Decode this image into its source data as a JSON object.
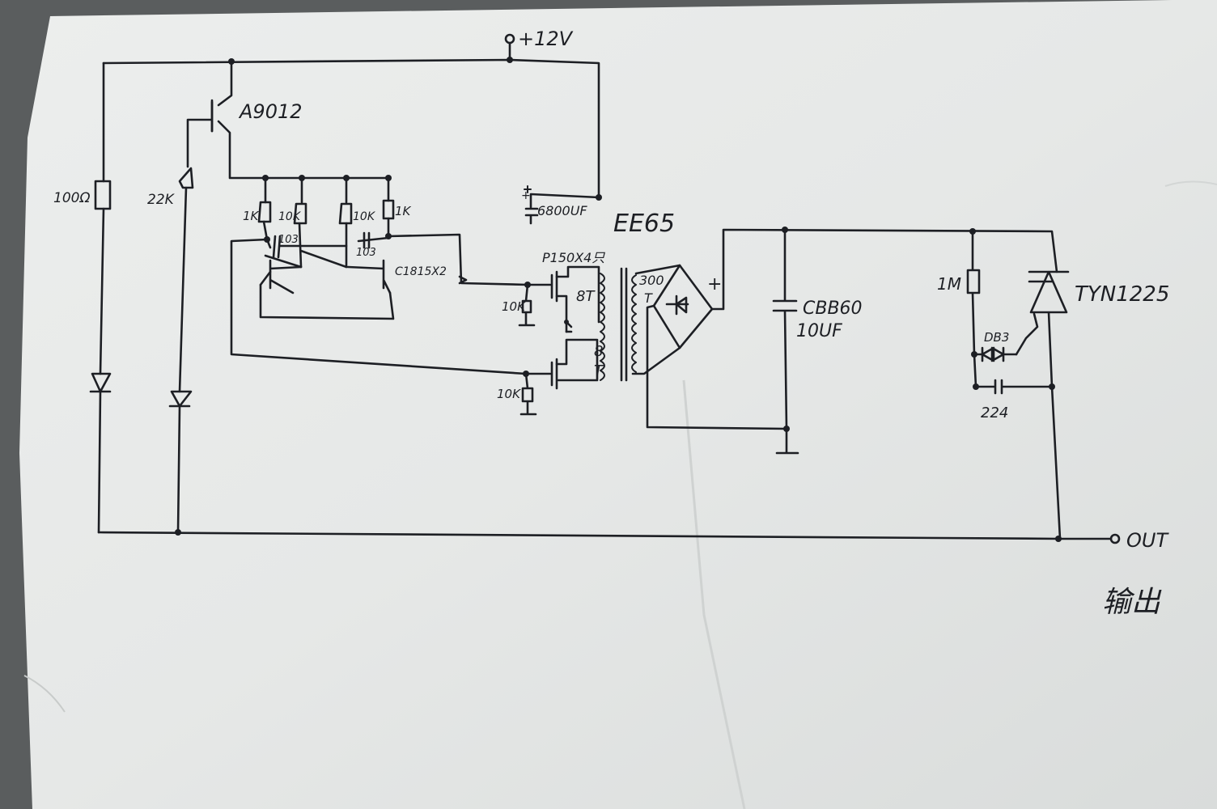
{
  "labels": {
    "supply": "+12V",
    "pnp": "A9012",
    "r100": "100Ω",
    "r22k": "22K",
    "r1k_left": "1K",
    "r10k_left": "10K",
    "r10k_right": "10K",
    "r1k_right": "1K",
    "cap103_left": "103",
    "cap103_right": "103",
    "npn_pair": "C1815X2",
    "cap6800": "6800UF",
    "core": "EE65",
    "mosfets": "P150X4只",
    "primary_top": "8T",
    "primary_bottom": "8",
    "primary_bottom_t": "T",
    "gate_r_top": "10K",
    "gate_r_bottom": "10K",
    "secondary": "300",
    "secondary_t": "T",
    "plus_bridge": "+",
    "plus_cap": "+",
    "cbb_name": "CBB60",
    "cbb_value": "10UF",
    "r1m": "1M",
    "triac": "TYN1225",
    "diac": "DB3",
    "cap224": "224",
    "out": "OUT",
    "out_cn": "输出"
  },
  "colors": {
    "ink": "#1d1f24",
    "paper": "#e9ebea",
    "background": "#5a5d5e"
  }
}
